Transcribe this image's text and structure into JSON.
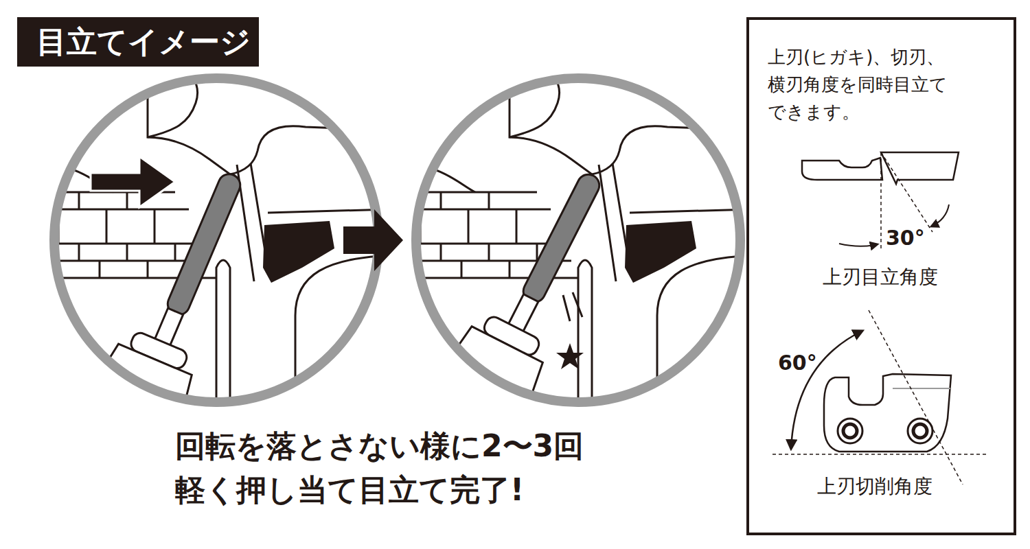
{
  "diagram": {
    "title": "目立てイメージ",
    "nodes": [
      {
        "text": [
          "上刃(ヒガキ)、切刃、 横刃角度を同時目立て できます。",
          "30°",
          "上刃目立角度",
          "60°",
          "上刃切削角度"
        ]
      }
    ],
    "labels": [
      "回転を落とさない様に2〜3回 軽く押し当て目立て完了!"
    ]
  }
}
